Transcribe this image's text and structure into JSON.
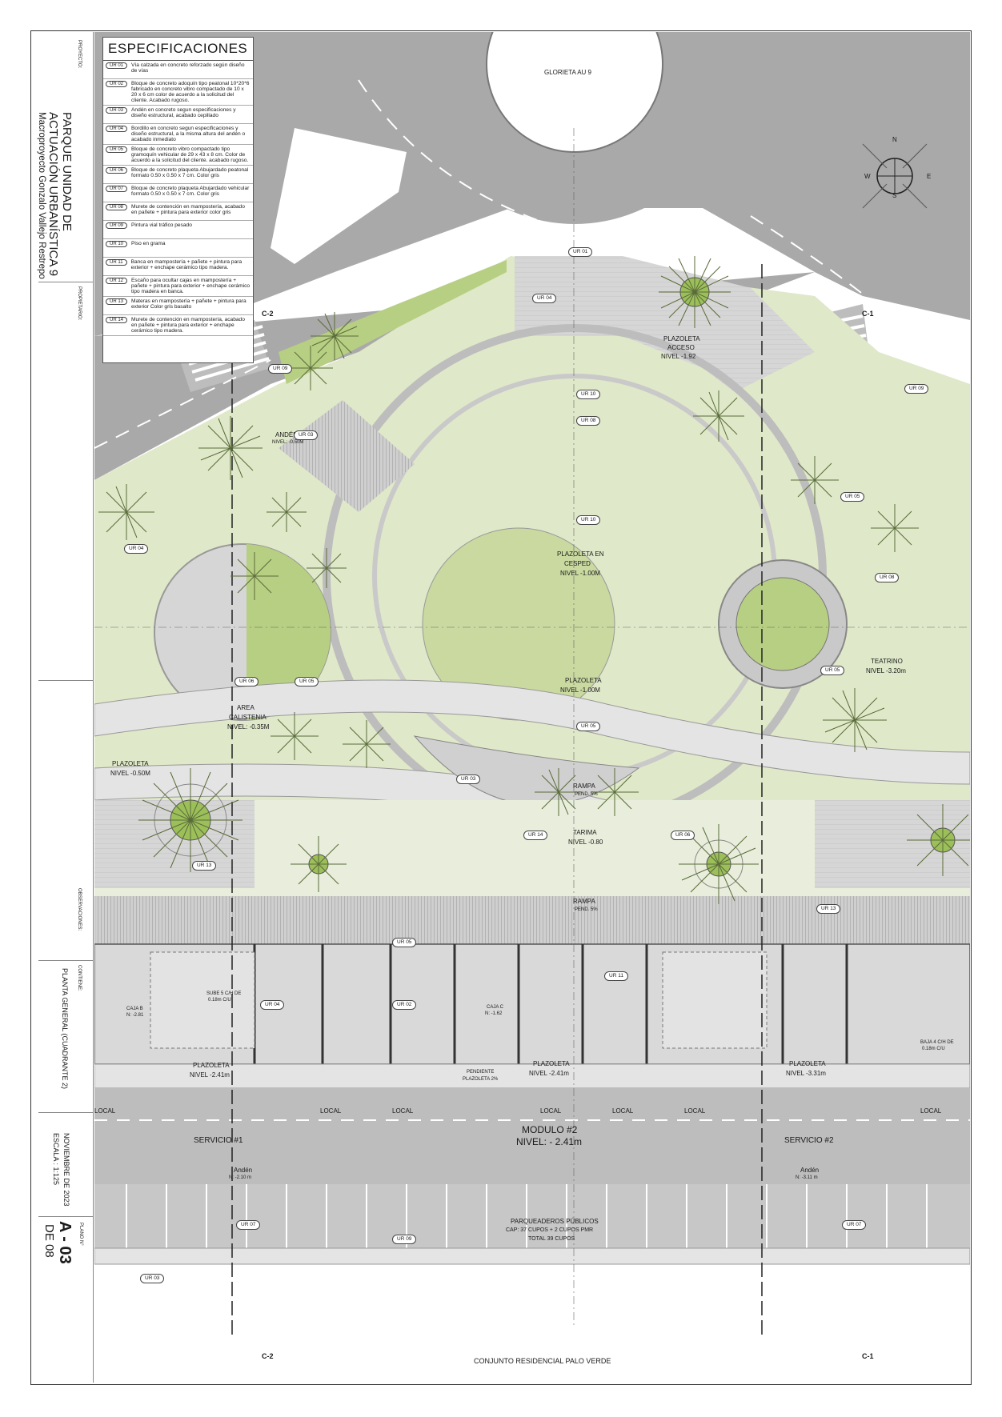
{
  "sheet": {
    "roundabout_label": "GLORIETA AU 9",
    "bottom_label": "CONJUNTO RESIDENCIAL PALO VERDE",
    "plate_label": "PLANO N°",
    "plate_number": "A - 03",
    "plate_total": "DE 08",
    "date": "NOVIEMBRE DE 2023",
    "scale": "ESCALA : 1:125"
  },
  "titleblock": {
    "project_heading": "PROYECTO:",
    "project_line1": "PARQUE UNIDAD DE",
    "project_line2": "ACTUACIÓN URBANÍSTICA 9",
    "project_line3": "Macroproyecto Gonzalo Vallejo Restrepo",
    "owner_heading": "PROPIETARIO:",
    "observations_heading": "OBSERVACIONES:",
    "contains_heading": "CONTIENE:",
    "contains": "PLANTA GENERAL (CUADRANTE 2)"
  },
  "specs": {
    "title": "ESPECIFICACIONES",
    "items": [
      {
        "code": "UR 01",
        "text": "Vía calzada en concreto reforzado según diseño de vías"
      },
      {
        "code": "UR 02",
        "text": "Bloque de concreto adoquín tipo peatonal 10*20*6 fabricado en concreto vibro compactado de 10 x 20 x 6 cm color de acuerdo a la solicitud del cliente. Acabado rugoso."
      },
      {
        "code": "UR 03",
        "text": "Andén en concreto segun especificaciones y diseño estructural, acabado cepillado"
      },
      {
        "code": "UR 04",
        "text": "Bordillo en concreto segun especificaciones y diseño estructural, a la misma altura del andén o acabado inmediato"
      },
      {
        "code": "UR 05",
        "text": "Bloque de concreto vibro compactado tipo gramoquín vehicular de 29 x 43 x 8 cm. Color de acuerdo a la solicitud del cliente. acabado rugoso."
      },
      {
        "code": "UR 06",
        "text": "Bloque de concreto plaqueta Abujardado peatonal formato 0.50 x 0.50 x 7 cm. Color gris"
      },
      {
        "code": "UR 07",
        "text": "Bloque de concreto plaqueta Abujardado vehicular formato 0.50 x 0.50 x 7 cm. Color gris"
      },
      {
        "code": "UR 08",
        "text": "Murete de contención en mampostería, acabado en pañete + pintura para exterior color gris"
      },
      {
        "code": "UR 09",
        "text": "Pintura vial tráfico pesado"
      },
      {
        "code": "UR 10",
        "text": "Piso en grama"
      },
      {
        "code": "UR 11",
        "text": "Banca en mampostería + pañete + pintura para exterior + enchape cerámico tipo madera."
      },
      {
        "code": "UR 12",
        "text": "Escaño para ocultar cajas en mampostería + pañete + pintura para exterior + enchape cerámico tipo madera en banca."
      },
      {
        "code": "UR 13",
        "text": "Materas en mampostería + pañete + pintura para exterior Color gris basalto"
      },
      {
        "code": "UR 14",
        "text": "Murete de contención en mampostería, acabado en pañete + pintura para exterior + enchape cerámico tipo madera."
      }
    ]
  },
  "plan": {
    "acceso": "PLAZOLETA",
    "acceso2": "ACCESO",
    "acceso_nivel": "NIVEL -1.92",
    "anden": "ANDÉN",
    "anden_nivel": "NIVEL: -0.50M",
    "cesped": "PLAZOLETA EN",
    "cesped2": "CESPED",
    "cesped_nivel": "NIVEL -1.00M",
    "plazoleta": "PLAZOLETA",
    "plazoleta_nivel": "NIVEL -1.00M",
    "calistenia": "AREA",
    "calistenia2": "CALISTENIA",
    "calistenia_nivel": "NIVEL: -0.35M",
    "plaz_izq": "PLAZOLETA",
    "plaz_izq_nivel": "NIVEL -0.50M",
    "teatrino": "TEATRINO",
    "teatrino_nivel": "NIVEL -3.20m",
    "rampa": "RAMPA",
    "rampa_pend": "PEND. 5%",
    "tarima": "TARIMA",
    "tarima_nivel": "NIVEL -0.80",
    "rampa2": "RAMPA",
    "rampa2_pend": "PEND. 5%",
    "plaz_a": "PLAZOLETA",
    "plaz_a_nivel": "NIVEL -2.41m",
    "plaz_b": "PLAZOLETA",
    "plaz_b_nivel": "NIVEL -2.41m",
    "plaz_c": "PLAZOLETA",
    "plaz_c_nivel": "NIVEL -3.31m",
    "modulo": "MODULO #2",
    "modulo_nivel": "NIVEL: - 2.41m",
    "servicio1": "SERVICIO #1",
    "servicio2": "SERVICIO #2",
    "local": "LOCAL",
    "anden_bajo": "Andén",
    "anden_bajo_nivel": "N: -2.10 m",
    "anden_bajo2": "Andén",
    "anden_bajo2_nivel": "N: -3.11 m",
    "parq": "PARQUEADEROS PÚBLICOS",
    "parq_cap": "CAP: 37 CUPOS + 2 CUPOS PMR",
    "parq_total": "TOTAL 39 CUPOS",
    "pendiente": "PENDIENTE",
    "pendiente2": "PLAZOLETA 2%",
    "sube": "SUBE 5 C/H DE",
    "sube2": "0.18m C/U",
    "baja": "BAJA 4 C/H DE",
    "baja2": "0.18m C/U",
    "caja_b": "CAJA B",
    "caja_b_n": "N: -2.81",
    "caja_c": "CAJA C",
    "caja_c_n": "N: -1.62",
    "cut_c2": "C-2",
    "cut_c1": "C-1",
    "compass_n": "N",
    "compass_s": "S",
    "compass_e": "E",
    "compass_w": "W"
  },
  "colors": {
    "road": "#a6a6a6",
    "grass": "#dfe8c8",
    "grass_dark": "#b7cf82",
    "paving": "#d2d2d2",
    "walk": "#e4e4e4",
    "tree": "#5a6b3a"
  }
}
